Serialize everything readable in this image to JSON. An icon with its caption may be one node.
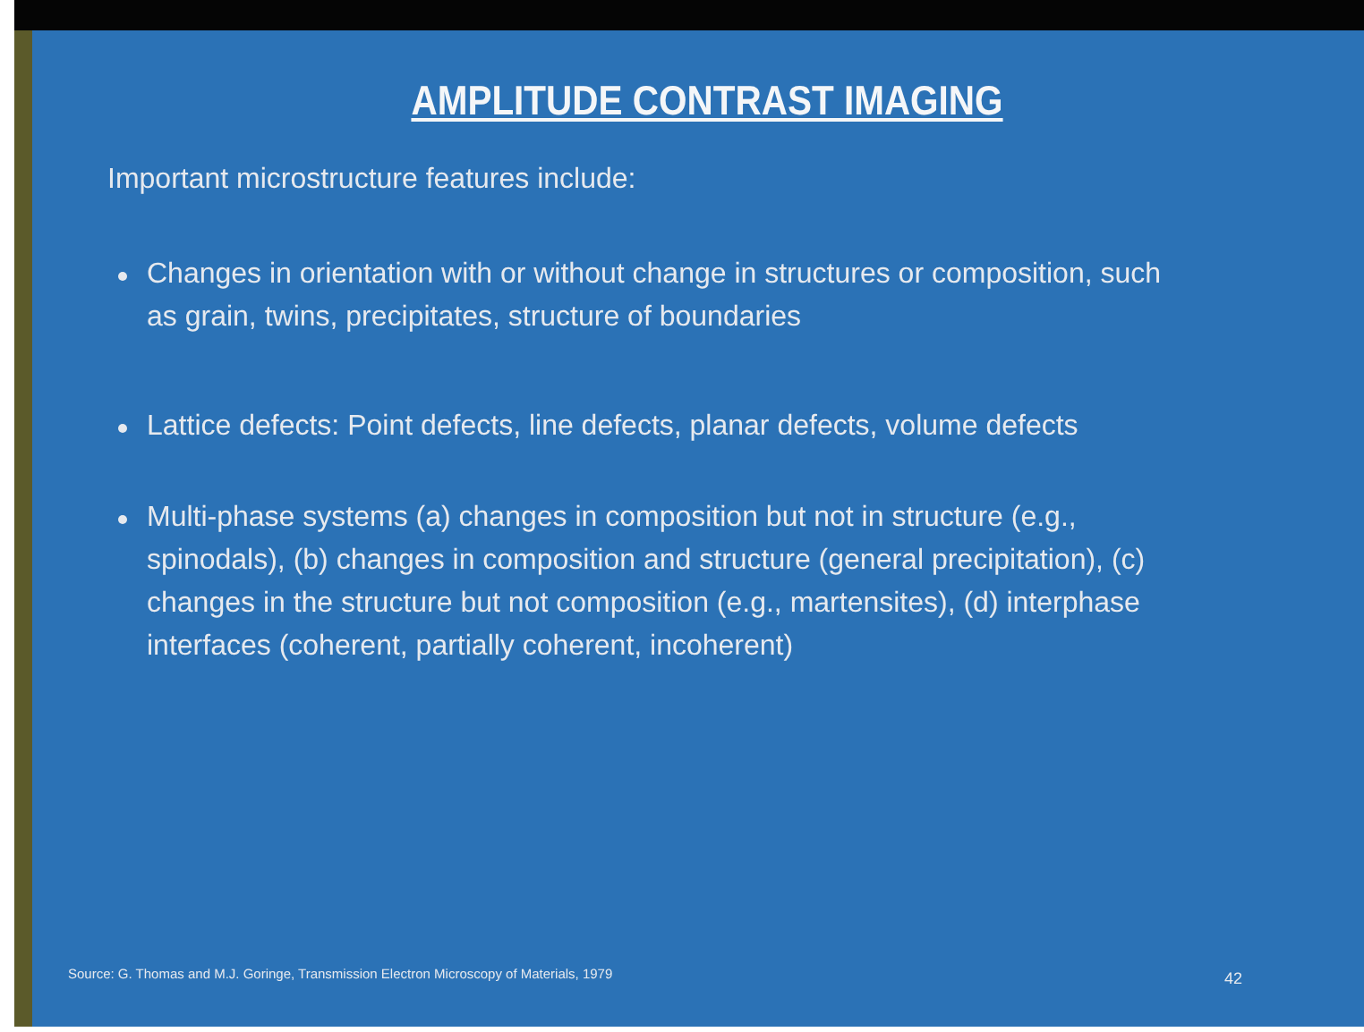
{
  "diagram": {
    "title": "AMPLITUDE CONTRAST IMAGING",
    "labels": [
      "Important microstructure features include:",
      "Changes in orientation with or without change in structures or composition, such as grain, twins, precipitates, structure of boundaries",
      "Lattice defects: Point defects, line defects, planar defects, volume defects",
      "Multi-phase systems (a) changes in composition but not in structure (e.g., spinodals), (b) changes in composition and structure (general precipitation), (c) changes in the structure but not composition (e.g., martensites), (d) interphase interfaces (coherent, partially coherent, incoherent)",
      "Source: G. Thomas and M.J. Goringe, Transmission Electron Microscopy of Materials, 1979",
      "42"
    ]
  }
}
